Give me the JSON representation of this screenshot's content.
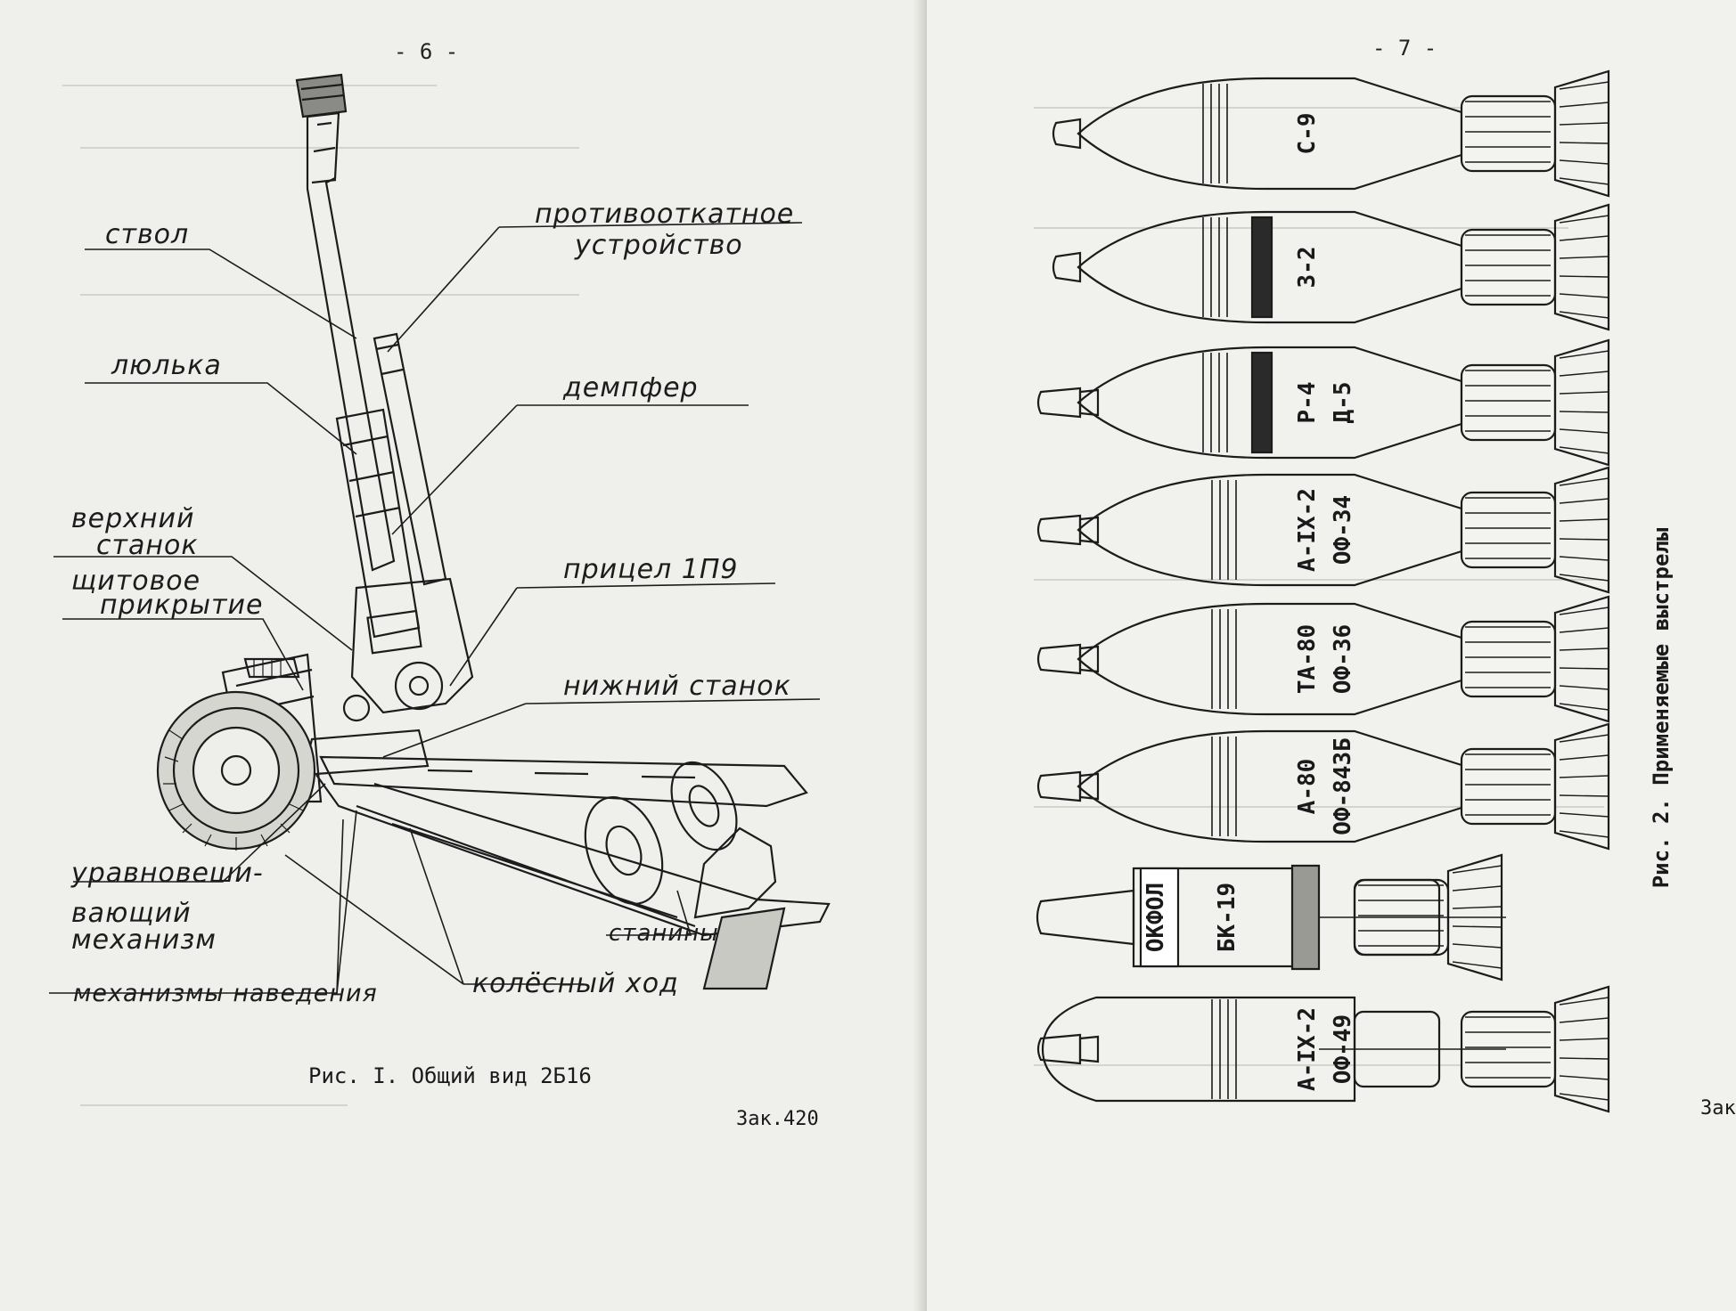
{
  "left_page": {
    "page_number": "- 6 -",
    "labels": {
      "barrel": "ствол",
      "recoil_line1": "противооткатное",
      "recoil_line2": "устройство",
      "cradle": "люлька",
      "damper": "демпфер",
      "upper_line1": "верхний",
      "upper_line2": "станок",
      "shield_line1": "щитовое",
      "shield_line2": "прикрытие",
      "sight": "прицел 1П9",
      "lower": "нижний станок",
      "balance_line1": "уравновеши-",
      "balance_line2": "вающий",
      "balance_line3": "механизм",
      "trails": "станины",
      "aiming": "механизмы наведения",
      "wheels": "колёсный ход"
    },
    "caption": "Рис. I. Общий вид 2Б16",
    "order": "Зак.420"
  },
  "right_page": {
    "page_number": "- 7 -",
    "caption": "Рис. 2. Применяемые выстрелы",
    "order_fragment": "Зак",
    "shells": [
      {
        "line1": "С-9",
        "line2": ""
      },
      {
        "line1": "З-2",
        "line2": ""
      },
      {
        "line1": "Р-4",
        "line2": "Д-5"
      },
      {
        "line1": "А-IX-2",
        "line2": "ОФ-34"
      },
      {
        "line1": "ТА-80",
        "line2": "ОФ-36"
      },
      {
        "line1": "А-80",
        "line2": "ОФ-843Б"
      },
      {
        "line1": "БК-19",
        "line2": "ОКФОЛ"
      },
      {
        "line1": "А-IX-2",
        "line2": "ОФ-49"
      }
    ]
  }
}
